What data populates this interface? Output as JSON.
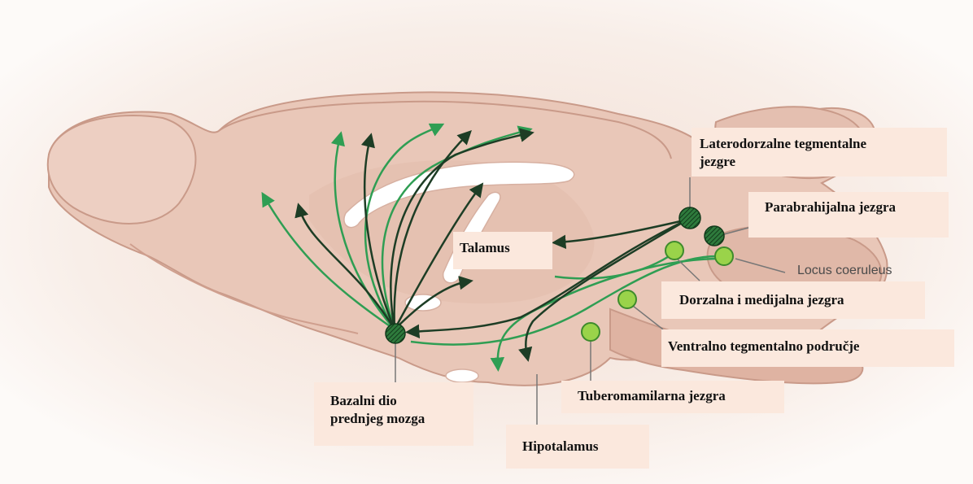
{
  "labels": {
    "laterodorsal_line1": "Laterodorzalne tegmentalne",
    "laterodorsal_line2": "jezgre",
    "parabrachial": "Parabrahijalna jezgra",
    "thalamus": "Talamus",
    "locus_coeruleus": "Locus coeruleus",
    "dorsal_medial": "Dorzalna i medijalna jezgra",
    "ventral_tegmental": "Ventralno tegmentalno područje",
    "tuberomammillary": "Tuberomamilarna jezgra",
    "basal_forebrain_line1": "Bazalni dio",
    "basal_forebrain_line2": "prednjeg mozga",
    "hypothalamus": "Hipotalamus"
  },
  "colors": {
    "background": "#f6ece6",
    "brain": "#e9c7b8",
    "brain_shade": "#d9aa98",
    "ventricle": "#ffffff",
    "pathway_light": "#2f9e53",
    "pathway_dark": "#1d3d25",
    "nucleus_light": "#9ad34a",
    "nucleus_dark": "#1f5a2c",
    "label_box": "#fbe8dd"
  }
}
